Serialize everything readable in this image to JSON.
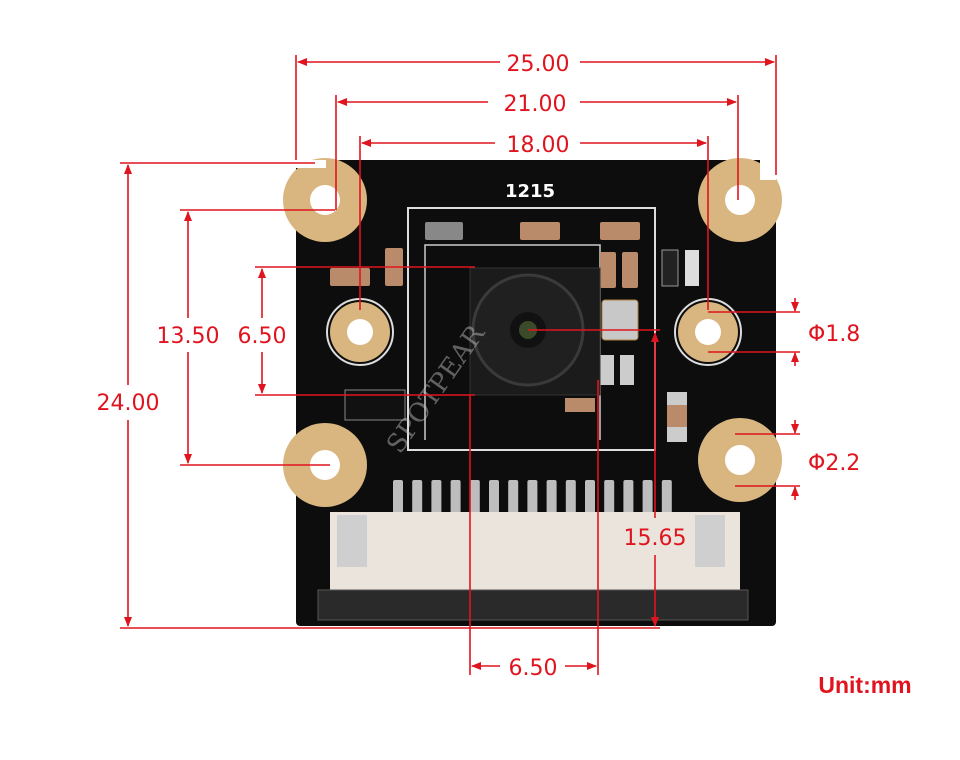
{
  "diagram": {
    "board_label": "1215",
    "watermark": "SPOTPEAR",
    "unit_label": "Unit:mm",
    "accent_color": "#e0141e",
    "dimensions": {
      "overall_width": "25.00",
      "hole_spacing_outer": "21.00",
      "hole_spacing_inner": "18.00",
      "overall_height": "24.00",
      "hole_vertical_spacing": "13.50",
      "camera_height": "6.50",
      "camera_width": "6.50",
      "lens_center_height": "15.65",
      "small_hole_diameter": "Φ1.8",
      "large_hole_diameter": "Φ2.2"
    }
  }
}
